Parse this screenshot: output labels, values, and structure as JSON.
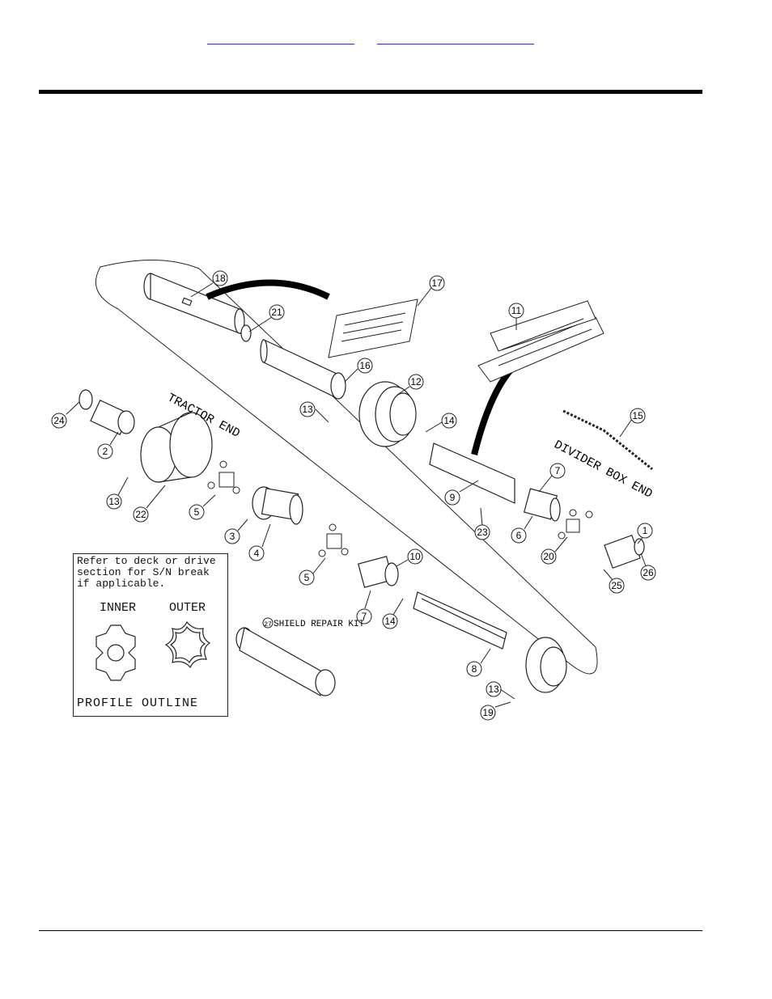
{
  "header": {
    "links": [
      {
        "label": ""
      },
      {
        "label": ""
      }
    ]
  },
  "diagram": {
    "labels": {
      "tractor_end": "TRACTOR END",
      "divider_box_end": "DIVIDER BOX END",
      "shield_repair_kit": "SHIELD REPAIR KIT",
      "shield_repair_kit_number": "27"
    },
    "callouts": [
      "18",
      "17",
      "21",
      "11",
      "16",
      "12",
      "13",
      "14",
      "15",
      "24",
      "2",
      "7",
      "9",
      "13",
      "22",
      "5",
      "23",
      "6",
      "1",
      "3",
      "4",
      "20",
      "26",
      "25",
      "10",
      "5",
      "7",
      "14",
      "8",
      "13",
      "19"
    ],
    "note": {
      "text": "Refer to deck or drive section for S/N break if applicable.",
      "inner_label": "INNER",
      "outer_label": "OUTER",
      "profile_label": "PROFILE OUTLINE"
    }
  }
}
